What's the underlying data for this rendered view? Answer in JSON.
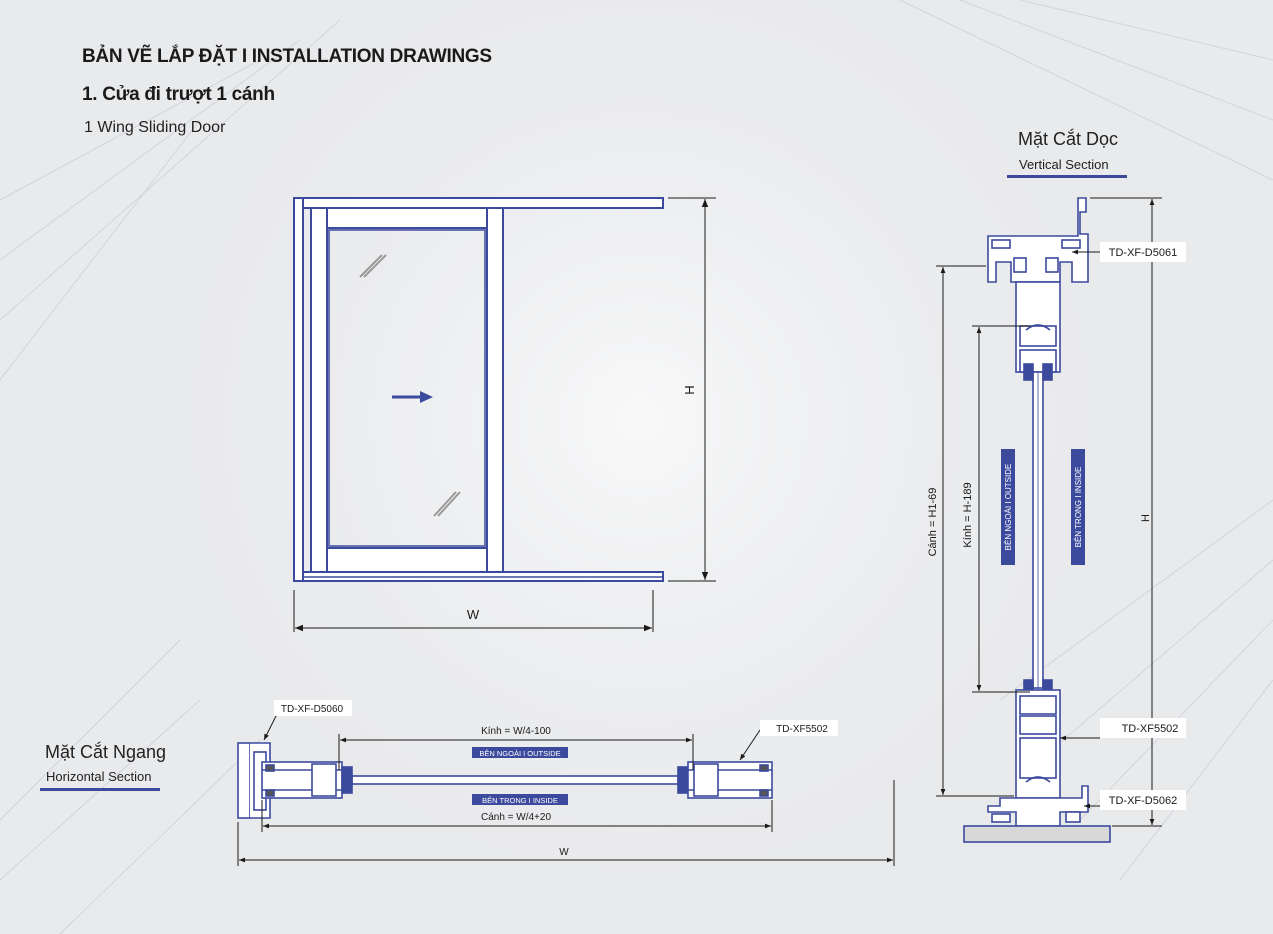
{
  "header": {
    "title": "BẢN VẼ LẮP ĐẶT  I  INSTALLATION DRAWINGS",
    "subtitle": "1. Cửa đi trượt 1 cánh",
    "subtitle_en": "1 Wing Sliding Door"
  },
  "elevation": {
    "width_label": "W",
    "height_label": "H"
  },
  "vertical_section": {
    "title": "Mặt Cắt Dọc",
    "subtitle": "Vertical Section",
    "top_profile": "TD-XF-D5061",
    "sash_profile": "TD-XF5502",
    "bottom_profile": "TD-XF-D5062",
    "sash_dim": "Cánh = H1-69",
    "glass_dim": "Kính = H-189",
    "height_label": "H",
    "outside_label": "BÊN NGOÀI  I  OUTSIDE",
    "inside_label": "BÊN TRONG  I  INSIDE"
  },
  "horizontal_section": {
    "title": "Mặt Cắt Ngang",
    "subtitle": "Horizontal Section",
    "jamb_profile": "TD-XF-D5060",
    "sash_profile": "TD-XF5502",
    "glass_dim": "Kính = W/4-100",
    "sash_dim": "Cánh = W/4+20",
    "width_label": "W",
    "outside_label": "BÊN NGOÀI  I  OUTSIDE",
    "inside_label": "BÊN TRONG  I  INSIDE"
  },
  "colors": {
    "profile_stroke": "#3c4a9e",
    "label_fill": "#3c4a9e",
    "dimension": "#1a1a1a",
    "background": "#e9eaec"
  }
}
